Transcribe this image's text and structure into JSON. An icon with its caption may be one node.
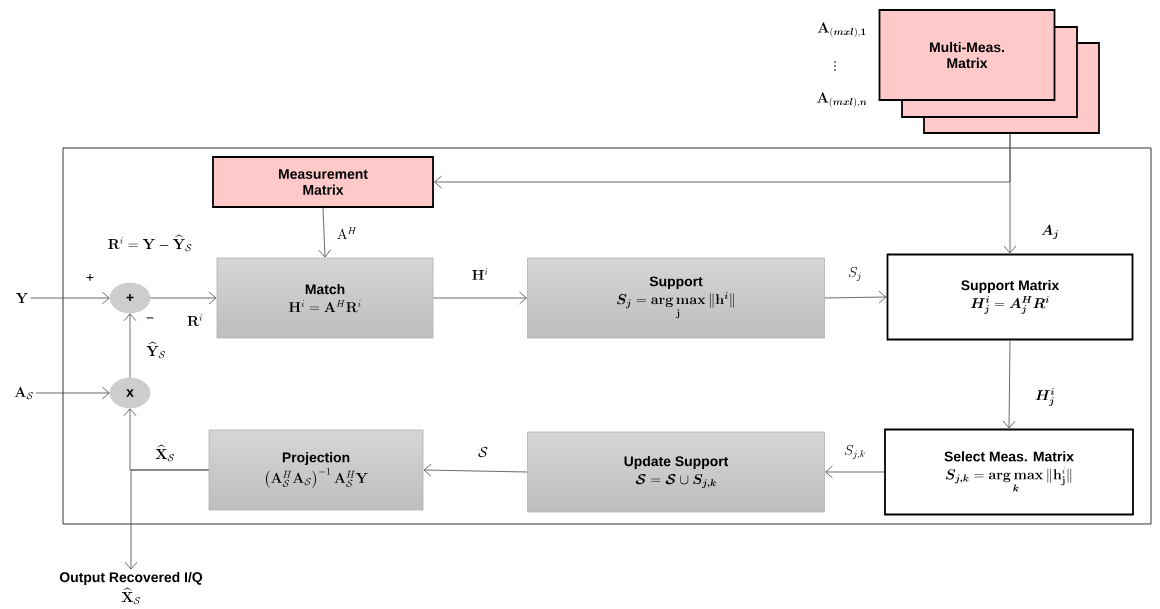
{
  "diagram": {
    "nodes": [
      {
        "text": [
          "Multi-Meas. Matrix"
        ],
        "beside": [
          "\\mathbf{A}_{(\\bm{mxl}),\\mathbf{1}}",
          "\\vdots",
          "\\mathbf{A}_{(\\bm{mxl}),\\bm{n}}"
        ]
      },
      {
        "text": [],
        "shape": "box"
      },
      {
        "text": [
          "Measurement Matrix"
        ],
        "in": 1
      },
      {
        "text": [
          "Match",
          "\\mathbf{H}^{i} = \\mathbf{A}^{H}\\mathbf{R}^{i}"
        ],
        "in": 1
      },
      {
        "text": [
          "Support",
          "\\bm{S_j} = \\mathop{\\mathbf{arg\\,max}}\\limits_{\\mathbf{j}} \\|\\mathbf{h}^{\\bm{i}}\\|"
        ],
        "in": 1
      },
      {
        "text": [
          "Support Matrix",
          "\\bm{H_j^i} = \\bm{A_j^H R^i}"
        ],
        "in": 1
      },
      {
        "text": [
          "Select Meas. Matrix",
          "\\bm{S_{j,k}} = \\mathop{\\mathbf{arg\\,max}}\\limits_{\\bm{k}} \\|\\mathbf{h}_{\\mathbf{j}}^{i}\\|"
        ],
        "in": 1
      },
      {
        "text": [
          "Update Support",
          "\\bm{\\mathcal{S}} = \\bm{\\mathcal{S}} \\cup \\bm{S_{j,k}}"
        ],
        "in": 1
      },
      {
        "text": [
          "Projection",
          "\\left(\\mathbf{A}_{\\mathcal{S}}^{H}\\mathbf{A}_{\\mathcal{S}}\\right)^{-1}\\mathbf{A}_{\\mathcal{S}}^{H}\\mathbf{Y}"
        ],
        "in": 1
      },
      {
        "text": [
          "+"
        ],
        "in": 1
      },
      {
        "text": [
          "x"
        ],
        "in": 1
      },
      {
        "text": [
          "\\mathbf{Y}"
        ]
      },
      {
        "text": [
          "\\mathbf{A}_{\\mathcal{S}}"
        ]
      },
      {
        "text": [
          "Output Recovered I/Q",
          "\\widehat{\\mathbf{X}}_{\\mathcal{S}}"
        ]
      }
    ],
    "edges": [
      {
        "from": 0,
        "to": 2,
        "arrow": "to"
      },
      {
        "from": 0,
        "to": 5,
        "arrow": "to",
        "label": "\\bm{A_j}"
      },
      {
        "from": 2,
        "to": 3,
        "arrow": "to",
        "label": "\\mathrm{A}^{H}"
      },
      {
        "from": 11,
        "to": 9,
        "arrow": "to"
      },
      {
        "from": 9,
        "to": 3,
        "arrow": "to",
        "label": "\\mathbf{R}^{i}"
      },
      {
        "from": 10,
        "to": 9,
        "arrow": "to",
        "label": "\\widehat{\\mathbf{Y}}_{\\mathcal{S}}"
      },
      {
        "from": 12,
        "to": 10,
        "arrow": "to"
      },
      {
        "from": 3,
        "to": 4,
        "arrow": "to",
        "label": "\\mathbf{H}^{i}"
      },
      {
        "from": 4,
        "to": 5,
        "arrow": "to",
        "label": "S_j"
      },
      {
        "from": 5,
        "to": 6,
        "arrow": "to",
        "label": "\\bm{H_j^i}"
      },
      {
        "from": 6,
        "to": 7,
        "arrow": "to",
        "label": "S_{j,k}"
      },
      {
        "from": 7,
        "to": 8,
        "arrow": "to",
        "label": "\\mathcal{S}"
      },
      {
        "from": 8,
        "to": 10,
        "arrow": "to",
        "label": "\\widehat{\\mathbf{X}}_{\\mathcal{S}}"
      },
      {
        "from": 8,
        "to": 13,
        "arrow": "to"
      }
    ],
    "labels": [
      "\\mathbf{R}^{i} = \\mathbf{Y} - \\widehat{\\mathbf{Y}}_{\\mathcal{S}}",
      "+",
      "−"
    ]
  }
}
